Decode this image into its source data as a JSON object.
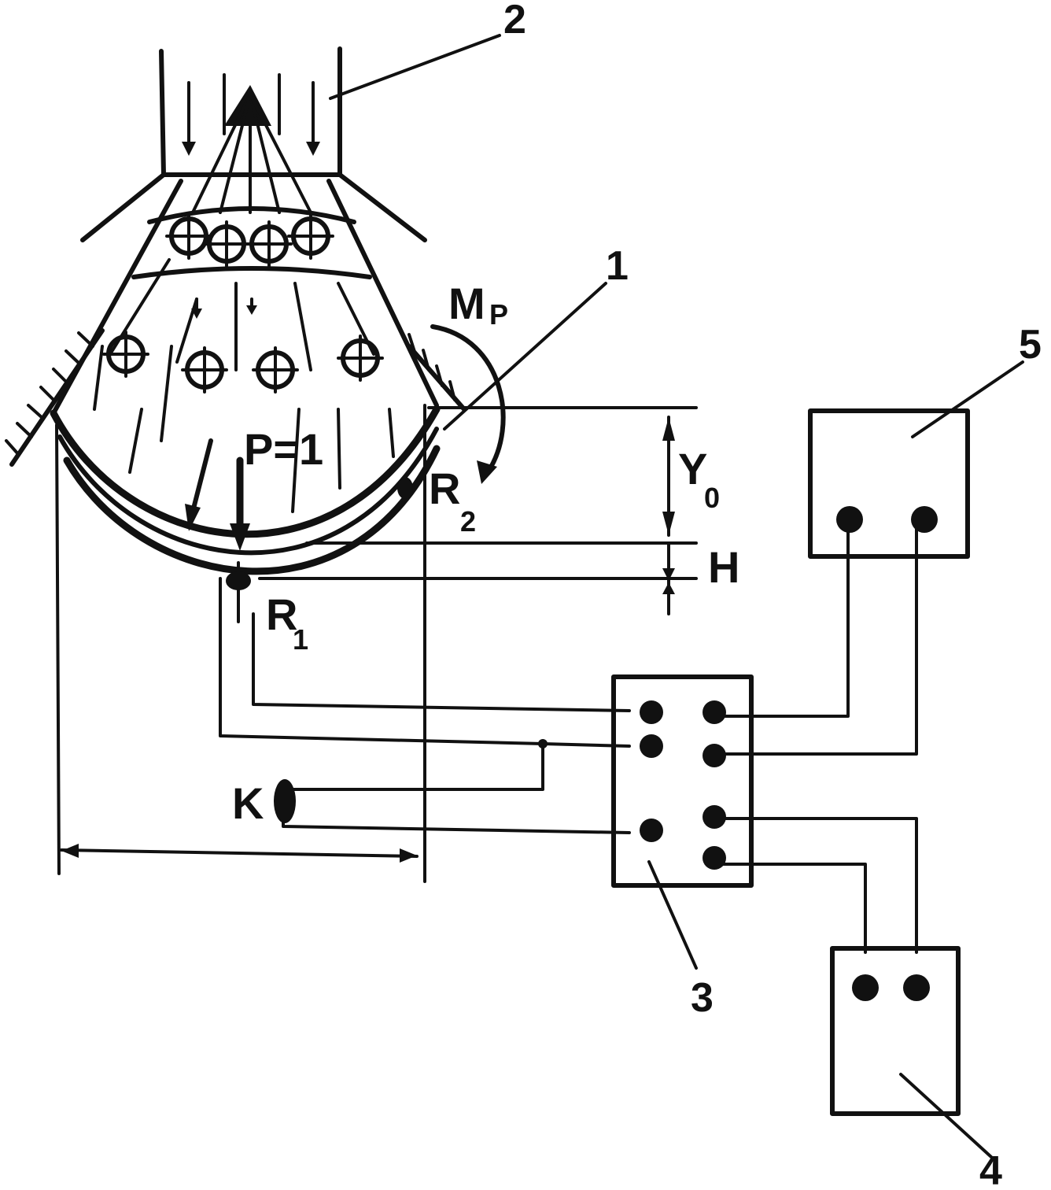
{
  "labels": {
    "callout_1": "1",
    "callout_2": "2",
    "callout_3": "3",
    "callout_4": "4",
    "callout_5": "5",
    "moment": "M",
    "moment_sub": "P",
    "load": "P=1",
    "r1": "R",
    "r1_sub": "1",
    "r2": "R",
    "r2_sub": "2",
    "y0": "Y",
    "y0_sub": "0",
    "h": "H",
    "k": "K"
  }
}
